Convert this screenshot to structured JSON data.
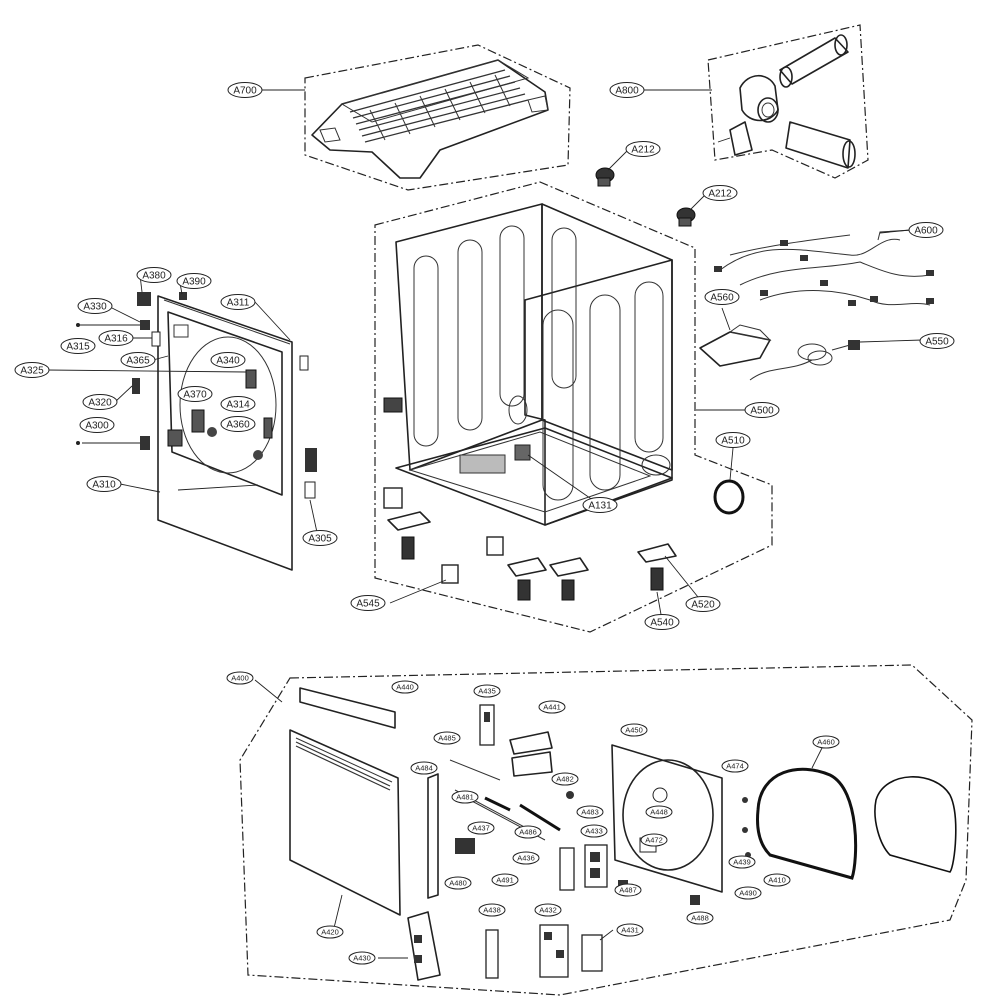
{
  "diagram": {
    "labels_large": {
      "A700": "A700",
      "A800": "A800",
      "A212a": "A212",
      "A212b": "A212",
      "A600": "A600",
      "A560": "A560",
      "A550": "A550",
      "A500": "A500",
      "A510": "A510",
      "A131": "A131",
      "A520": "A520",
      "A540": "A540",
      "A545": "A545",
      "A380": "A380",
      "A390": "A390",
      "A311": "A311",
      "A330": "A330",
      "A316": "A316",
      "A315": "A315",
      "A365": "A365",
      "A340": "A340",
      "A325": "A325",
      "A370": "A370",
      "A314": "A314",
      "A320": "A320",
      "A360": "A360",
      "A300": "A300",
      "A310": "A310",
      "A305": "A305"
    },
    "labels_small": {
      "A400": "A400",
      "A440": "A440",
      "A435a": "A435",
      "A441": "A441",
      "A485": "A485",
      "A450": "A450",
      "A484": "A484",
      "A482": "A482",
      "A481": "A481",
      "A474": "A474",
      "A483": "A483",
      "A460": "A460",
      "A448": "A448",
      "A486": "A486",
      "A437": "A437",
      "A433": "A433",
      "A472": "A472",
      "A436": "A436",
      "A491": "A491",
      "A439": "A439",
      "A410": "A410",
      "A480": "A480",
      "A487": "A487",
      "A490": "A490",
      "A488": "A488",
      "A420": "A420",
      "A438": "A438",
      "A432": "A432",
      "A431": "A431",
      "A430": "A430"
    }
  }
}
